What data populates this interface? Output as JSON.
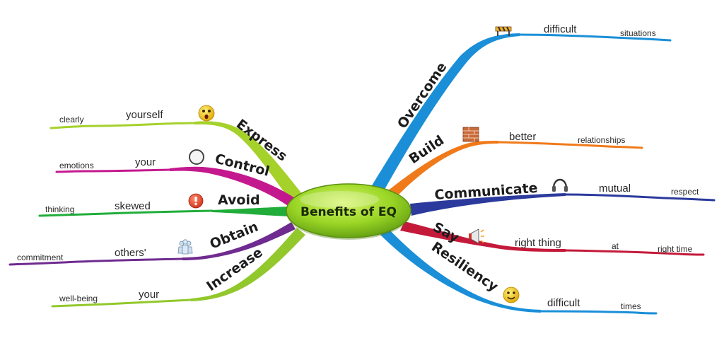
{
  "center": {
    "label": "Benefits of EQ",
    "color": "#8ccf1e"
  },
  "branches": [
    {
      "id": "express",
      "keyword": "Express",
      "word1": "yourself",
      "word2": "clearly",
      "color": "#a5d12b",
      "icon": "surprised-face-icon"
    },
    {
      "id": "control",
      "keyword": "Control",
      "word1": "your",
      "word2": "emotions",
      "color": "#c4198e",
      "icon": "compass-icon"
    },
    {
      "id": "avoid",
      "keyword": "Avoid",
      "word1": "skewed",
      "word2": "thinking",
      "color": "#20ad3a",
      "icon": "warning-icon"
    },
    {
      "id": "obtain",
      "keyword": "Obtain",
      "word1": "others'",
      "word2": "commitment",
      "color": "#6f2b8f",
      "icon": "people-icon"
    },
    {
      "id": "increase",
      "keyword": "Increase",
      "word1": "your",
      "word2": "well-being",
      "color": "#92c82c",
      "icon": ""
    },
    {
      "id": "overcome",
      "keyword": "Overcome",
      "word1": "difficult",
      "word2": "situations",
      "color": "#1a8fd8",
      "icon": "barrier-icon"
    },
    {
      "id": "build",
      "keyword": "Build",
      "word1": "better",
      "word2": "relationships",
      "color": "#f07a1a",
      "icon": "brick-wall-icon"
    },
    {
      "id": "communicate",
      "keyword": "Communicate",
      "word1": "mutual",
      "word2": "respect",
      "color": "#2b3a9c",
      "icon": "headphones-icon"
    },
    {
      "id": "say",
      "keyword": "Say",
      "word1": "right thing",
      "word3": "at",
      "word2": "right time",
      "color": "#c41a3a",
      "icon": "megaphone-icon"
    },
    {
      "id": "resiliency",
      "keyword": "Resiliency",
      "word1": "difficult",
      "word2": "times",
      "color": "#1a8fd8",
      "icon": "smiley-icon"
    }
  ]
}
